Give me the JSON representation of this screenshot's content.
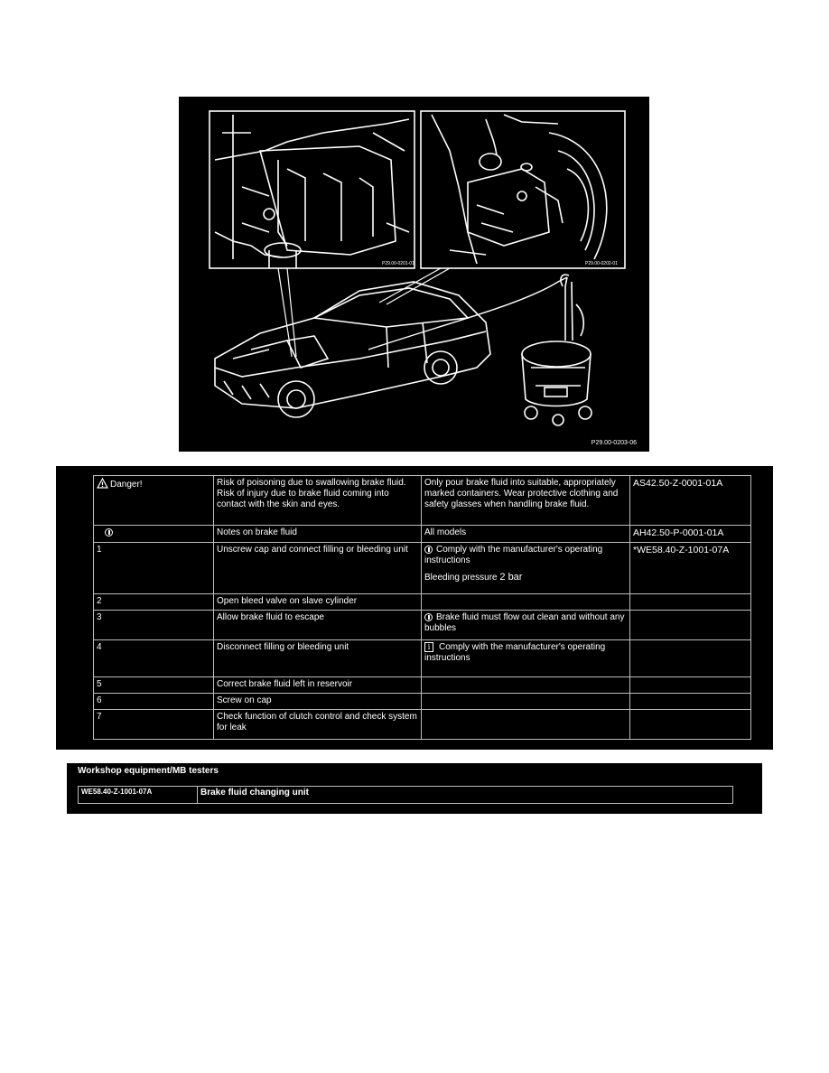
{
  "figure": {
    "code_main": "P29.00-0203-06",
    "code_left_inset": "P29.00-0201-01",
    "code_right_inset": "P29.00-0202-01"
  },
  "procedure": {
    "rows": [
      {
        "c1": "Danger!",
        "c1_icon": "warning-triangle-icon",
        "c2": "Risk of poisoning due to swallowing brake fluid. Risk of injury due to brake fluid coming into contact with the skin and eyes.",
        "c3": "Only pour brake fluid into suitable, appropriately marked containers. Wear protective clothing and safety glasses when handling brake fluid.",
        "c4": "AS42.50-Z-0001-01A"
      },
      {
        "c1": "",
        "c1_icon": "note-circle-icon",
        "c2": "Notes on brake fluid",
        "c3": "All models",
        "c4": "AH42.50-P-0001-01A"
      },
      {
        "c1": "1",
        "c2": "Unscrew cap and connect filling or bleeding unit",
        "c3": "Comply with the manufacturer's operating instructions",
        "c3_icon": "note-circle-icon",
        "c3_extra_label": "Bleeding pressure",
        "c3_extra_value": "2 bar",
        "c4": "*WE58.40-Z-1001-07A"
      },
      {
        "c1": "2",
        "c2": "Open bleed valve on slave cylinder",
        "c3": "",
        "c4": ""
      },
      {
        "c1": "3",
        "c2": "Allow brake fluid to escape",
        "c3": "Brake fluid must flow out clean and without any bubbles",
        "c3_icon": "note-circle-icon",
        "c4": ""
      },
      {
        "c1": "4",
        "c2": "Disconnect filling or bleeding unit",
        "c3": "Comply with the manufacturer's operating instructions",
        "c3_icon": "info-icon",
        "c4": ""
      },
      {
        "c1": "5",
        "c2": "Correct brake fluid left in reservoir",
        "c3": "",
        "c4": ""
      },
      {
        "c1": "6",
        "c2": "Screw on cap",
        "c3": "",
        "c4": ""
      },
      {
        "c1": "7",
        "c2": "Check function of clutch control and check system for leak",
        "c3": "",
        "c4": ""
      }
    ]
  },
  "workshop": {
    "title": "Workshop equipment/MB testers",
    "code": "WE58.40-Z-1001-07A",
    "name": "Brake fluid changing unit"
  }
}
